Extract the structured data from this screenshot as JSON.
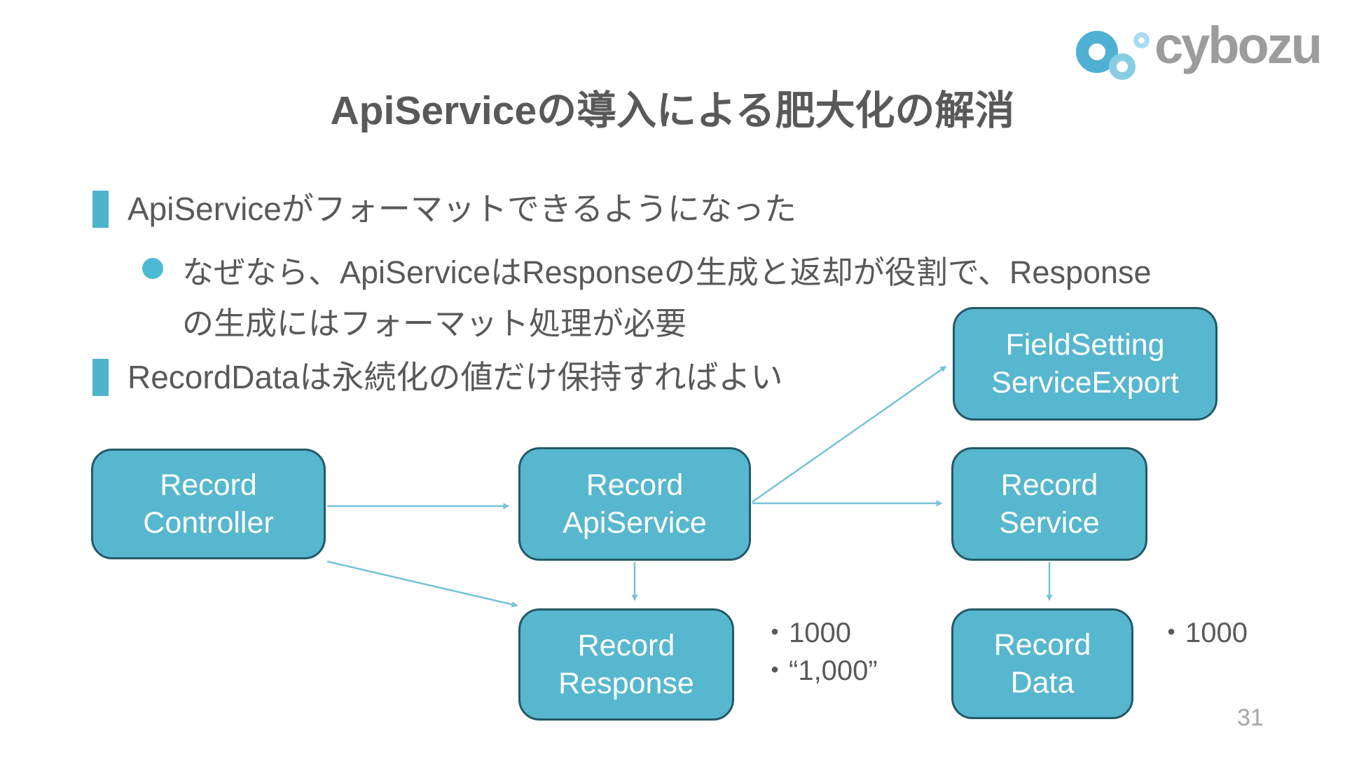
{
  "logo": {
    "brand": "cybozu"
  },
  "title": "ApiServiceの導入による肥大化の解消",
  "bullets": {
    "item1": "ApiServiceがフォーマットできるようになった",
    "sub1_line1": "なぜなら、ApiServiceはResponseの生成と返却が役割で、Response",
    "sub1_line2": "の生成にはフォーマット処理が必要",
    "item2": "RecordDataは永続化の値だけ保持すればよい"
  },
  "diagram": {
    "boxes": {
      "controller": "Record\nController",
      "apiservice": "Record\nApiService",
      "fieldsetting": "FieldSetting\nServiceExport",
      "service": "Record\nService",
      "response": "Record\nResponse",
      "data": "Record\nData"
    },
    "notes": {
      "response": "・1000\n・“1,000”",
      "data": "・1000"
    },
    "colors": {
      "box_fill": "#57B7CE",
      "box_border": "#235968",
      "arrow": "#76C3D7",
      "text": "#595959",
      "bullet_marker": "#4DB4CB"
    }
  },
  "page_number": "31"
}
